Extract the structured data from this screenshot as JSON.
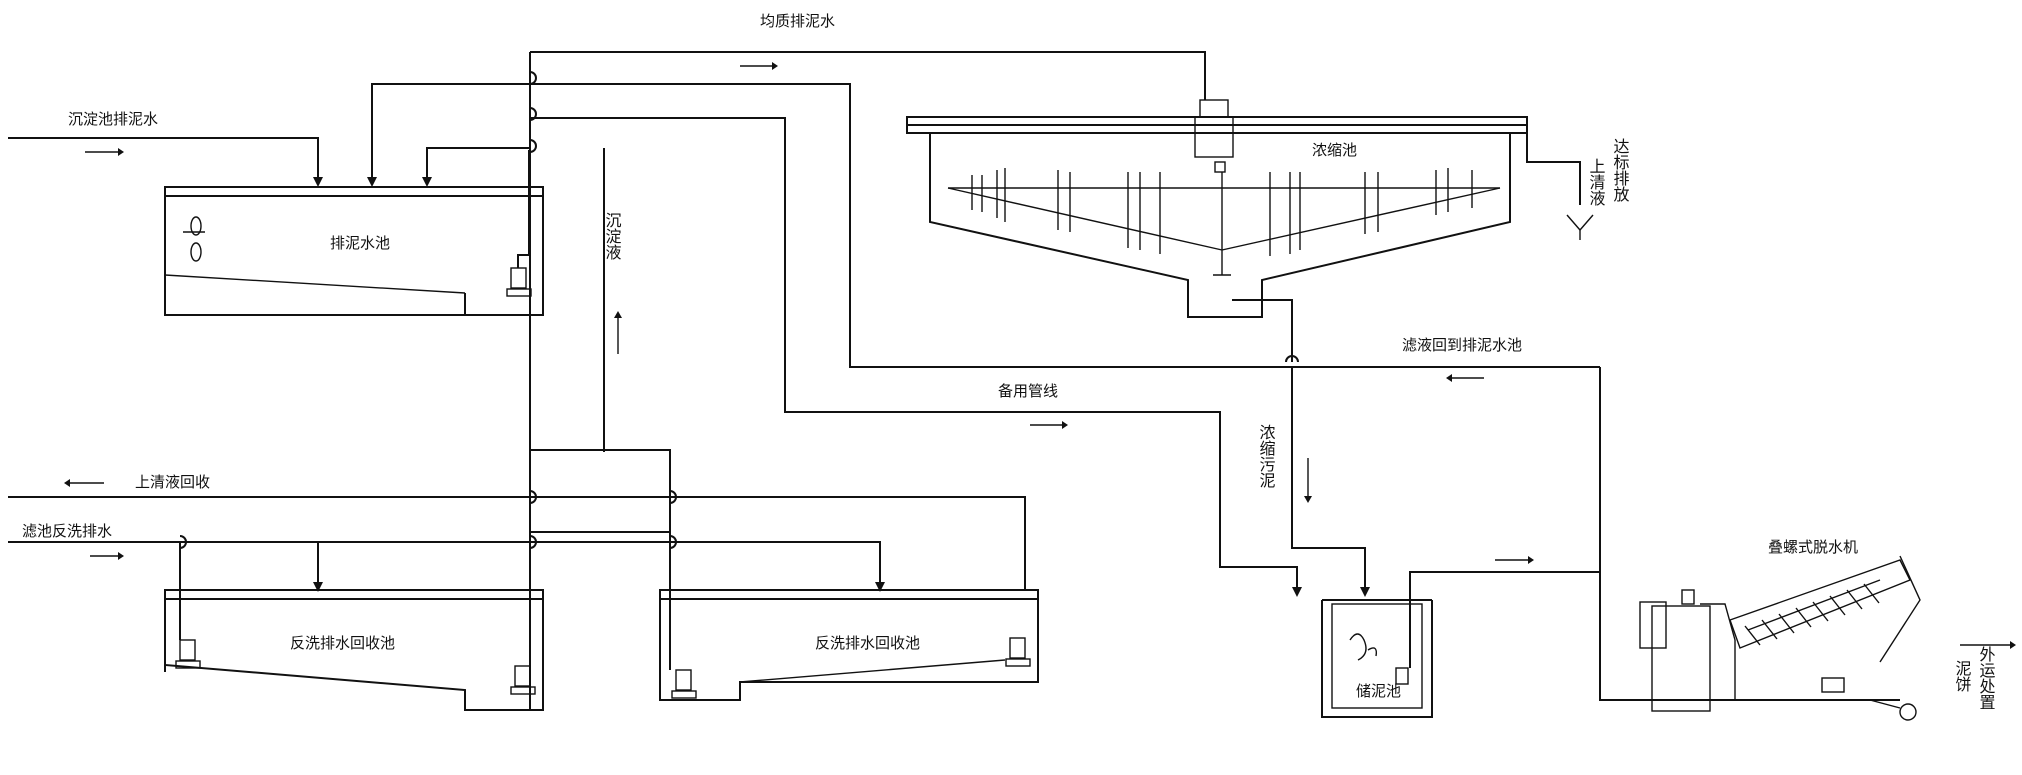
{
  "labels": {
    "jz_pnw": "均质排泥水",
    "cdc_pnw": "沉淀池排泥水",
    "pns_pool": "排泥水池",
    "cdy": "沉淀液",
    "nsc": "浓缩池",
    "dbpf": "达标排放",
    "sqy": "上清液",
    "lyhd": "滤液回到排泥水池",
    "bygx": "备用管线",
    "nswn": "浓缩污泥",
    "sqyhs": "上清液回收",
    "lcfx": "滤池反洗排水",
    "fxhsc1": "反洗排水回收池",
    "fxhsc2": "反洗排水回收池",
    "cnc": "储泥池",
    "dlsj": "叠螺式脱水机",
    "nb": "泥饼",
    "wyzc": "外运处置"
  }
}
